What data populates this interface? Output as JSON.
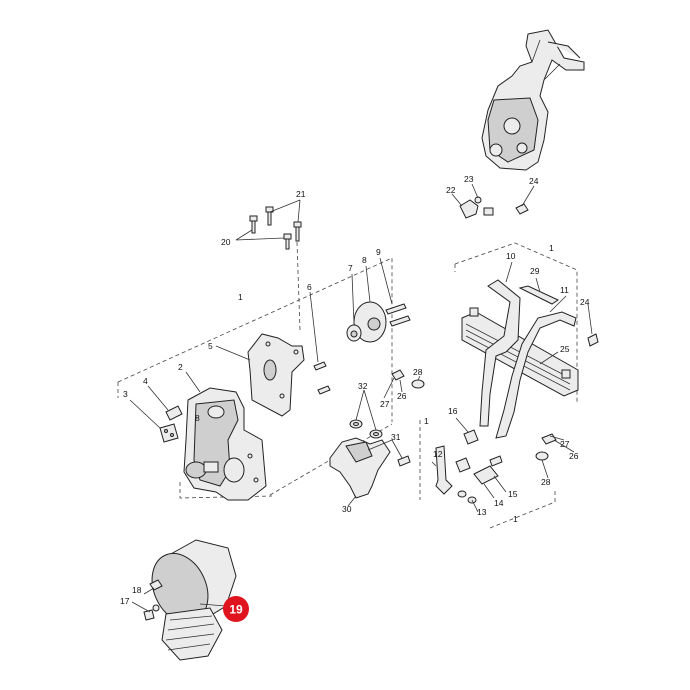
{
  "diagram": {
    "highlighted_callout": "19",
    "highlight_color": "#e0141e",
    "callouts": {
      "c1a": "1",
      "c1b": "1",
      "c1c": "1",
      "c1d": "1",
      "c2": "2",
      "c3": "3",
      "c4": "4",
      "c5": "5",
      "c6": "6",
      "c7": "7",
      "c8a": "8",
      "c8b": "8",
      "c9": "9",
      "c10": "10",
      "c11": "11",
      "c12": "12",
      "c13": "13",
      "c14": "14",
      "c15": "15",
      "c16": "16",
      "c17": "17",
      "c18": "18",
      "c20": "20",
      "c21": "21",
      "c22": "22",
      "c23": "23",
      "c24a": "24",
      "c24b": "24",
      "c25": "25",
      "c26a": "26",
      "c26b": "26",
      "c27a": "27",
      "c27b": "27",
      "c28a": "28",
      "c28b": "28",
      "c29": "29",
      "c30": "30",
      "c31": "31",
      "c32": "32"
    }
  }
}
